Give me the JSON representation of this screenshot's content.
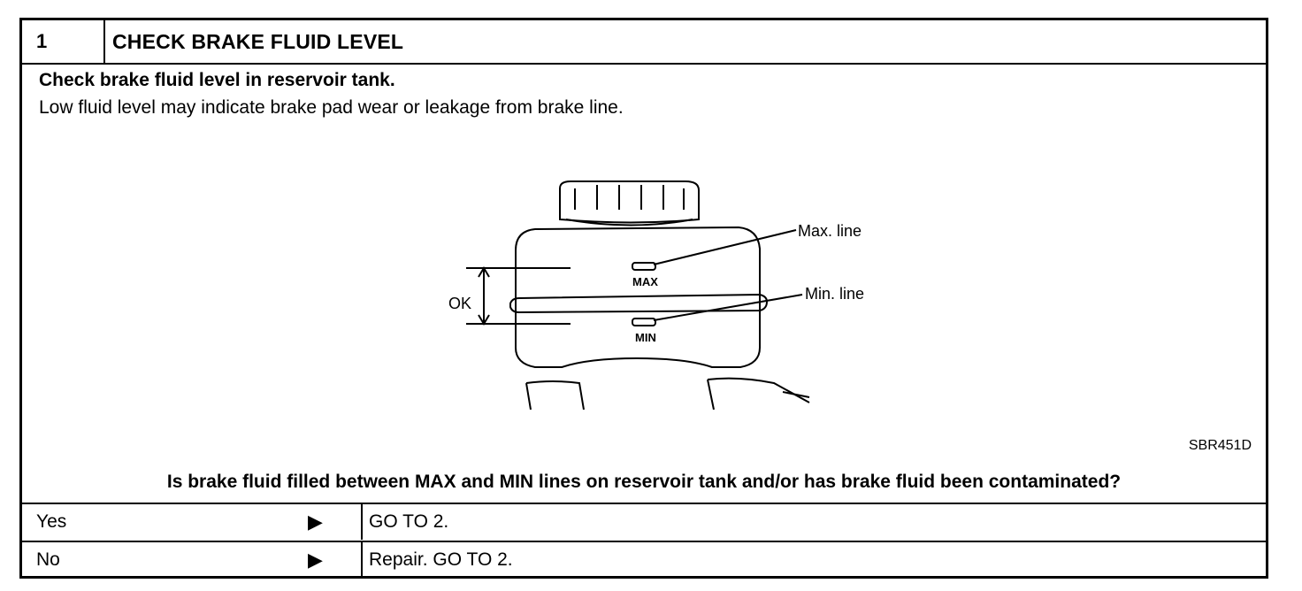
{
  "step": {
    "number": "1",
    "title": "CHECK BRAKE FLUID LEVEL"
  },
  "instructions": {
    "bold": "Check brake fluid level in reservoir tank.",
    "text": "Low fluid level may indicate brake pad wear or leakage from brake line."
  },
  "figure": {
    "max_line_callout": "Max. line",
    "min_line_callout": "Min. line",
    "max_mark": "MAX",
    "min_mark": "MIN",
    "ok_label": "OK",
    "code": "SBR451D"
  },
  "question": "Is brake fluid filled between MAX and MIN lines on reservoir tank and/or has brake fluid been contaminated?",
  "answers": [
    {
      "label": "Yes",
      "arrow": "▶",
      "action": "GO TO 2."
    },
    {
      "label": "No",
      "arrow": "▶",
      "action": "Repair. GO TO 2."
    }
  ]
}
